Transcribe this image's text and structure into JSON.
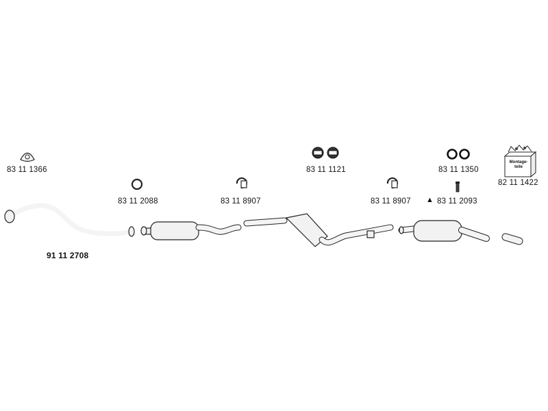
{
  "parts": {
    "front_pipe": "91 11 2708",
    "gasket_front": "83 11 1366",
    "ring_gasket": "83 11 2088",
    "clamp_1": "83 11 8907",
    "gasket_pair": "83 11 1121",
    "clamp_2": "83 11 8907",
    "rubber_rings": "83 11 1350",
    "hanger_bolt": "83 11 2093",
    "mounting_kit": "82 11 1422"
  },
  "mounting_box_text": "Montage-teile",
  "hanger_marker": "▲"
}
